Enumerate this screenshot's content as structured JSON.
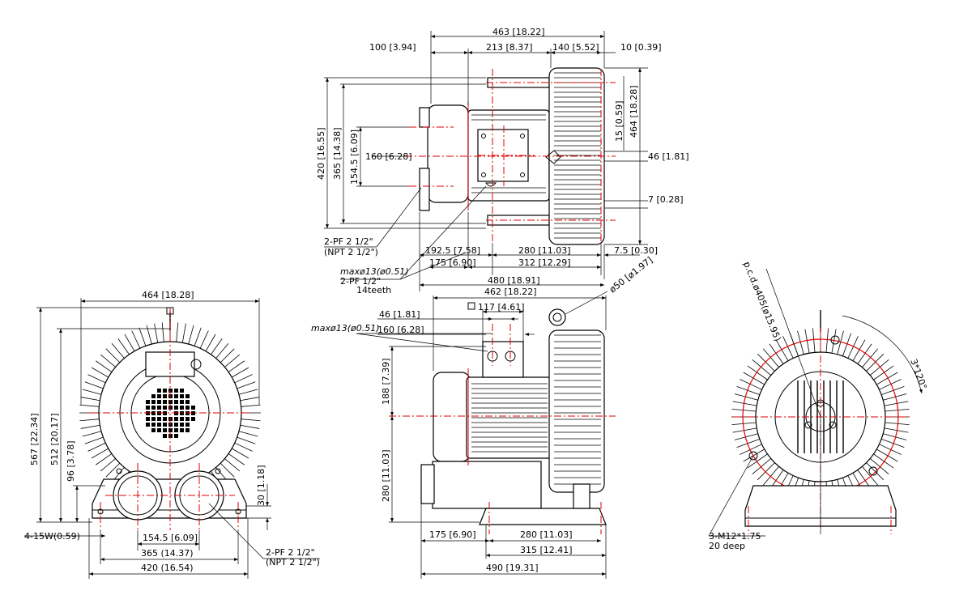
{
  "colors": {
    "line": "#000000",
    "centerline": "#e00000",
    "background": "#ffffff"
  },
  "top_view": {
    "dims": {
      "overall_width": "463 [18.22]",
      "d100": "100 [3.94]",
      "d213": "213 [8.37]",
      "d140": "140 [5.52]",
      "d10": "10 [0.39]",
      "d15": "15 [0.59]",
      "d464": "464 [18.28]",
      "d46": "46 [1.81]",
      "d7": "7 [0.28]",
      "d420": "420 [16.55]",
      "d365": "365 [14.38]",
      "d1545": "154.5 [6.09]",
      "d160": "160 [6.28]",
      "d1925": "192.5 [7.58]",
      "d280": "280 [11.03]",
      "d75": "7.5 [0.30]",
      "d175": "175 [6.90]",
      "d312": "312 [12.29]",
      "d480": "480 [18.91]"
    },
    "notes": {
      "pf_line1": "2-PF 2 1/2\"",
      "pf_line2": "(NPT 2 1/2\")",
      "max13": "maxø13(ø0.51)",
      "pf_half": "2-PF 1/2\"",
      "teeth": "14teeth"
    }
  },
  "front_view": {
    "dims": {
      "d464": "464 [18.28]",
      "d567": "567 [22.34]",
      "d512": "512 [20.17]",
      "d96": "96 [3.78]",
      "d30": "30 [1.18]",
      "holes": "4-15W(0.59)",
      "d1545": "154.5 [6.09]",
      "d365": "365 (14.37)",
      "d420": "420 (16.54)"
    },
    "notes": {
      "pf_line1": "2-PF 2 1/2\"",
      "pf_line2": "(NPT 2 1/2\")"
    }
  },
  "side_view": {
    "dims": {
      "d462": "462 [18.22]",
      "sq117": "117 [4.61]",
      "d46": "46 [1.81]",
      "max13": "maxø13(ø0.51)",
      "d160": "160 [6.28]",
      "d50": "ø50 [ø1.97]",
      "d188": "188 [7.39]",
      "d280v": "280 [11.03]",
      "d175": "175 [6.90]",
      "d280": "280 [11.03]",
      "d315": "315 [12.41]",
      "d490": "490 [19.31]"
    }
  },
  "rear_view": {
    "dims": {
      "pcd": "p.c.d.ø405(ø15.95)",
      "angle": "3*120°"
    },
    "notes": {
      "thread": "3-M12*1.75",
      "depth": "20 deep"
    }
  }
}
